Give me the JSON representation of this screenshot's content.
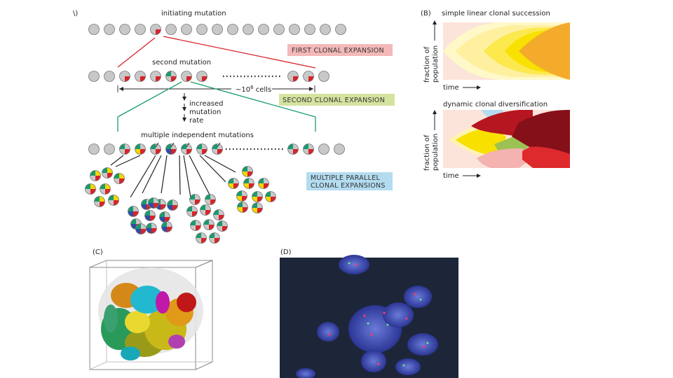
{
  "panels": {
    "a": {
      "letter": "\\)"
    },
    "b": {
      "letter": "(B)"
    },
    "c": {
      "letter": "(C)"
    },
    "d": {
      "letter": "(D)"
    }
  },
  "panel_a": {
    "initiating_mutation": "initiating mutation",
    "second_mutation": "second mutation",
    "cells_count": "~10",
    "cells_exp": "6",
    "cells_word": " cells",
    "increased_rate": [
      "increased",
      "mutation",
      "rate"
    ],
    "multiple_mutations": "multiple independent mutations",
    "first_expansion": "FIRST CLONAL EXPANSION",
    "second_expansion": "SECOND CLONAL EXPANSION",
    "parallel_expansion": [
      "MULTIPLE PARALLEL",
      "CLONAL EXPANSIONS"
    ]
  },
  "panel_b": {
    "top_title": "simple linear clonal succession",
    "bottom_title": "dynamic clonal diversification",
    "ylabel": [
      "fraction of",
      "population"
    ],
    "xlabel": "time"
  },
  "colors": {
    "cell_grey": "#c8c8c8",
    "red": "#d8232a",
    "green": "#1a9a6e",
    "yellow": "#f2d800",
    "blue": "#2d4da6",
    "pink_tag": "#f4b8b8",
    "green_tag": "#d4e3a0",
    "blue_tag": "#b4dcf0"
  }
}
